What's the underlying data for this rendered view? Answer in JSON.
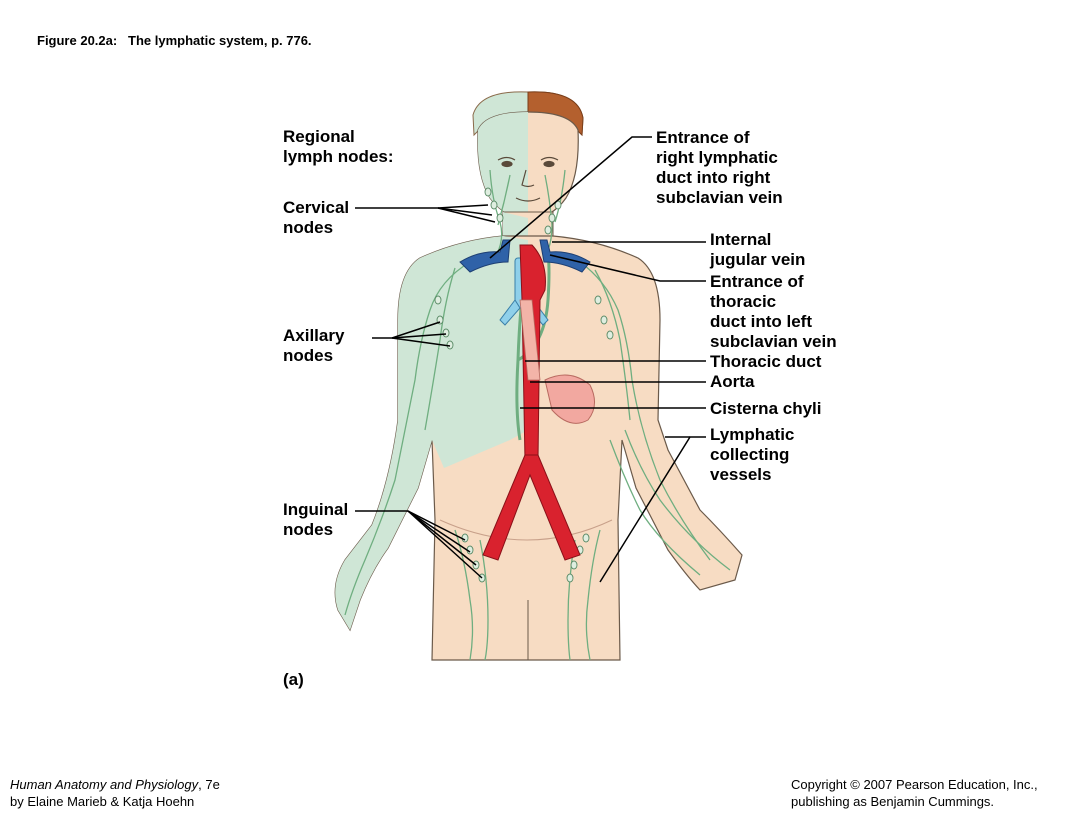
{
  "caption": "Figure 20.2a:   The lymphatic system, p. 776.",
  "left_labels": {
    "regional_1": "Regional",
    "regional_2": "lymph nodes:",
    "cervical_1": "Cervical",
    "cervical_2": "nodes",
    "axillary_1": "Axillary",
    "axillary_2": "nodes",
    "inguinal_1": "Inguinal",
    "inguinal_2": "nodes",
    "panel": "(a)"
  },
  "right_labels": {
    "rld_1": "Entrance of",
    "rld_2": "right lymphatic",
    "rld_3": "duct into right",
    "rld_4": "subclavian vein",
    "ijv_1": "Internal",
    "ijv_2": "jugular vein",
    "td_entr_1": "Entrance of",
    "td_entr_2": "thoracic",
    "td_entr_3": "duct into left",
    "td_entr_4": "subclavian vein",
    "thoracic_duct": "Thoracic duct",
    "aorta": "Aorta",
    "cisterna": "Cisterna chyli",
    "lcv_1": "Lymphatic",
    "lcv_2": "collecting",
    "lcv_3": "vessels"
  },
  "footer": {
    "book_title": "Human Anatomy and Physiology",
    "book_edition": ", 7e",
    "authors": "by Elaine Marieb & Katja Hoehn",
    "copyright": "Copyright © 2007 Pearson Education, Inc.,",
    "publisher": "publishing as Benjamin Cummings."
  },
  "colors": {
    "skin": "#f7dcc3",
    "lymph_region": "#cfe6d6",
    "lymph_vessel": "#7fb98e",
    "aorta": "#d9222e",
    "vein": "#2f62a8",
    "trachea": "#8fd0ea",
    "hair": "#b4602e"
  }
}
